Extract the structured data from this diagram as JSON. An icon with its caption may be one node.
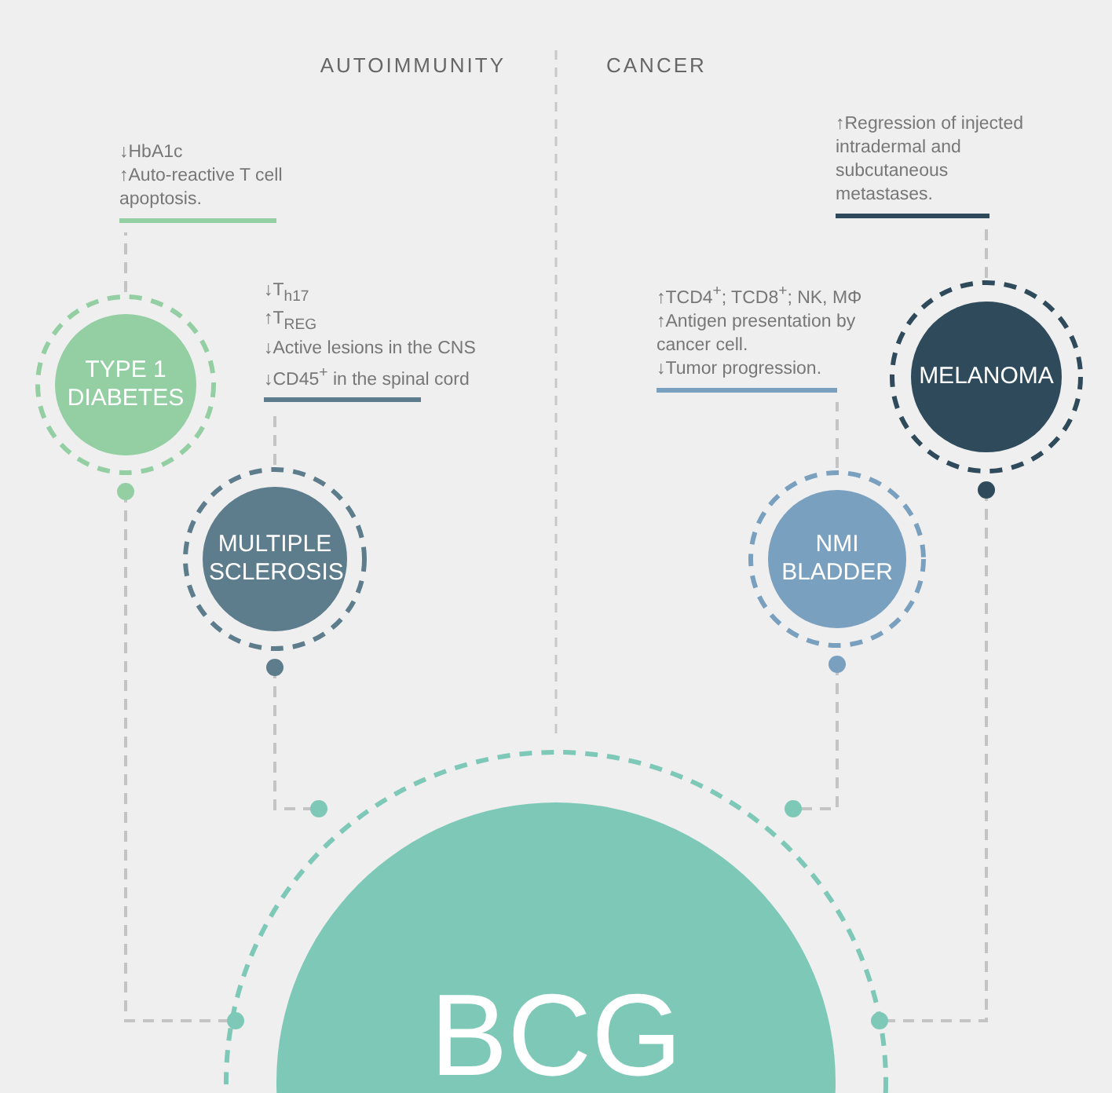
{
  "diagram": {
    "nodes": [
      {
        "text": [
          "↓HbA1c",
          "↑Auto-reactive T cell apoptosis."
        ]
      },
      {
        "text": [
          "↑Regression of injected intradermal and subcutaneous metastases."
        ]
      },
      {
        "text": [
          "TYPE 1 DIABETES"
        ]
      },
      {
        "text": [
          "↓T$_{h17}$",
          "↑T$_{REG}$",
          "↓Active lesions in the CNS",
          "↓CD45$^{+}$ in the spinal cord"
        ]
      },
      {
        "text": [
          "↑TCD4$^{+}$; TCD8$^{+}$; NK, MΦ",
          "↑Antigen presentation by cancer cell.",
          "↓Tumor progression."
        ]
      },
      {
        "text": [
          "MELANOMA"
        ]
      },
      {
        "text": [
          "MULTIPLE SCLEROSIS"
        ]
      },
      {
        "text": [
          "NMI BLADDER"
        ]
      },
      {
        "text": [
          "BCG"
        ]
      }
    ],
    "edges": [
      {
        "from": 2,
        "to": 0,
        "arrow": "none",
        "style": "dashed"
      },
      {
        "from": 5,
        "to": 1,
        "arrow": "none",
        "style": "dashed"
      },
      {
        "from": 6,
        "to": 3,
        "arrow": "none",
        "style": "dashed"
      },
      {
        "from": 7,
        "to": 4,
        "arrow": "none",
        "style": "dashed"
      },
      {
        "from": 2,
        "to": 8,
        "arrow": "other",
        "style": "dashed"
      },
      {
        "from": 6,
        "to": 8,
        "arrow": "other",
        "style": "dashed"
      },
      {
        "from": 7,
        "to": 8,
        "arrow": "other",
        "style": "dashed"
      },
      {
        "from": 5,
        "to": 8,
        "arrow": "other",
        "style": "dashed"
      }
    ],
    "labels": [
      "AUTOIMMUNITY",
      "CANCER"
    ]
  }
}
